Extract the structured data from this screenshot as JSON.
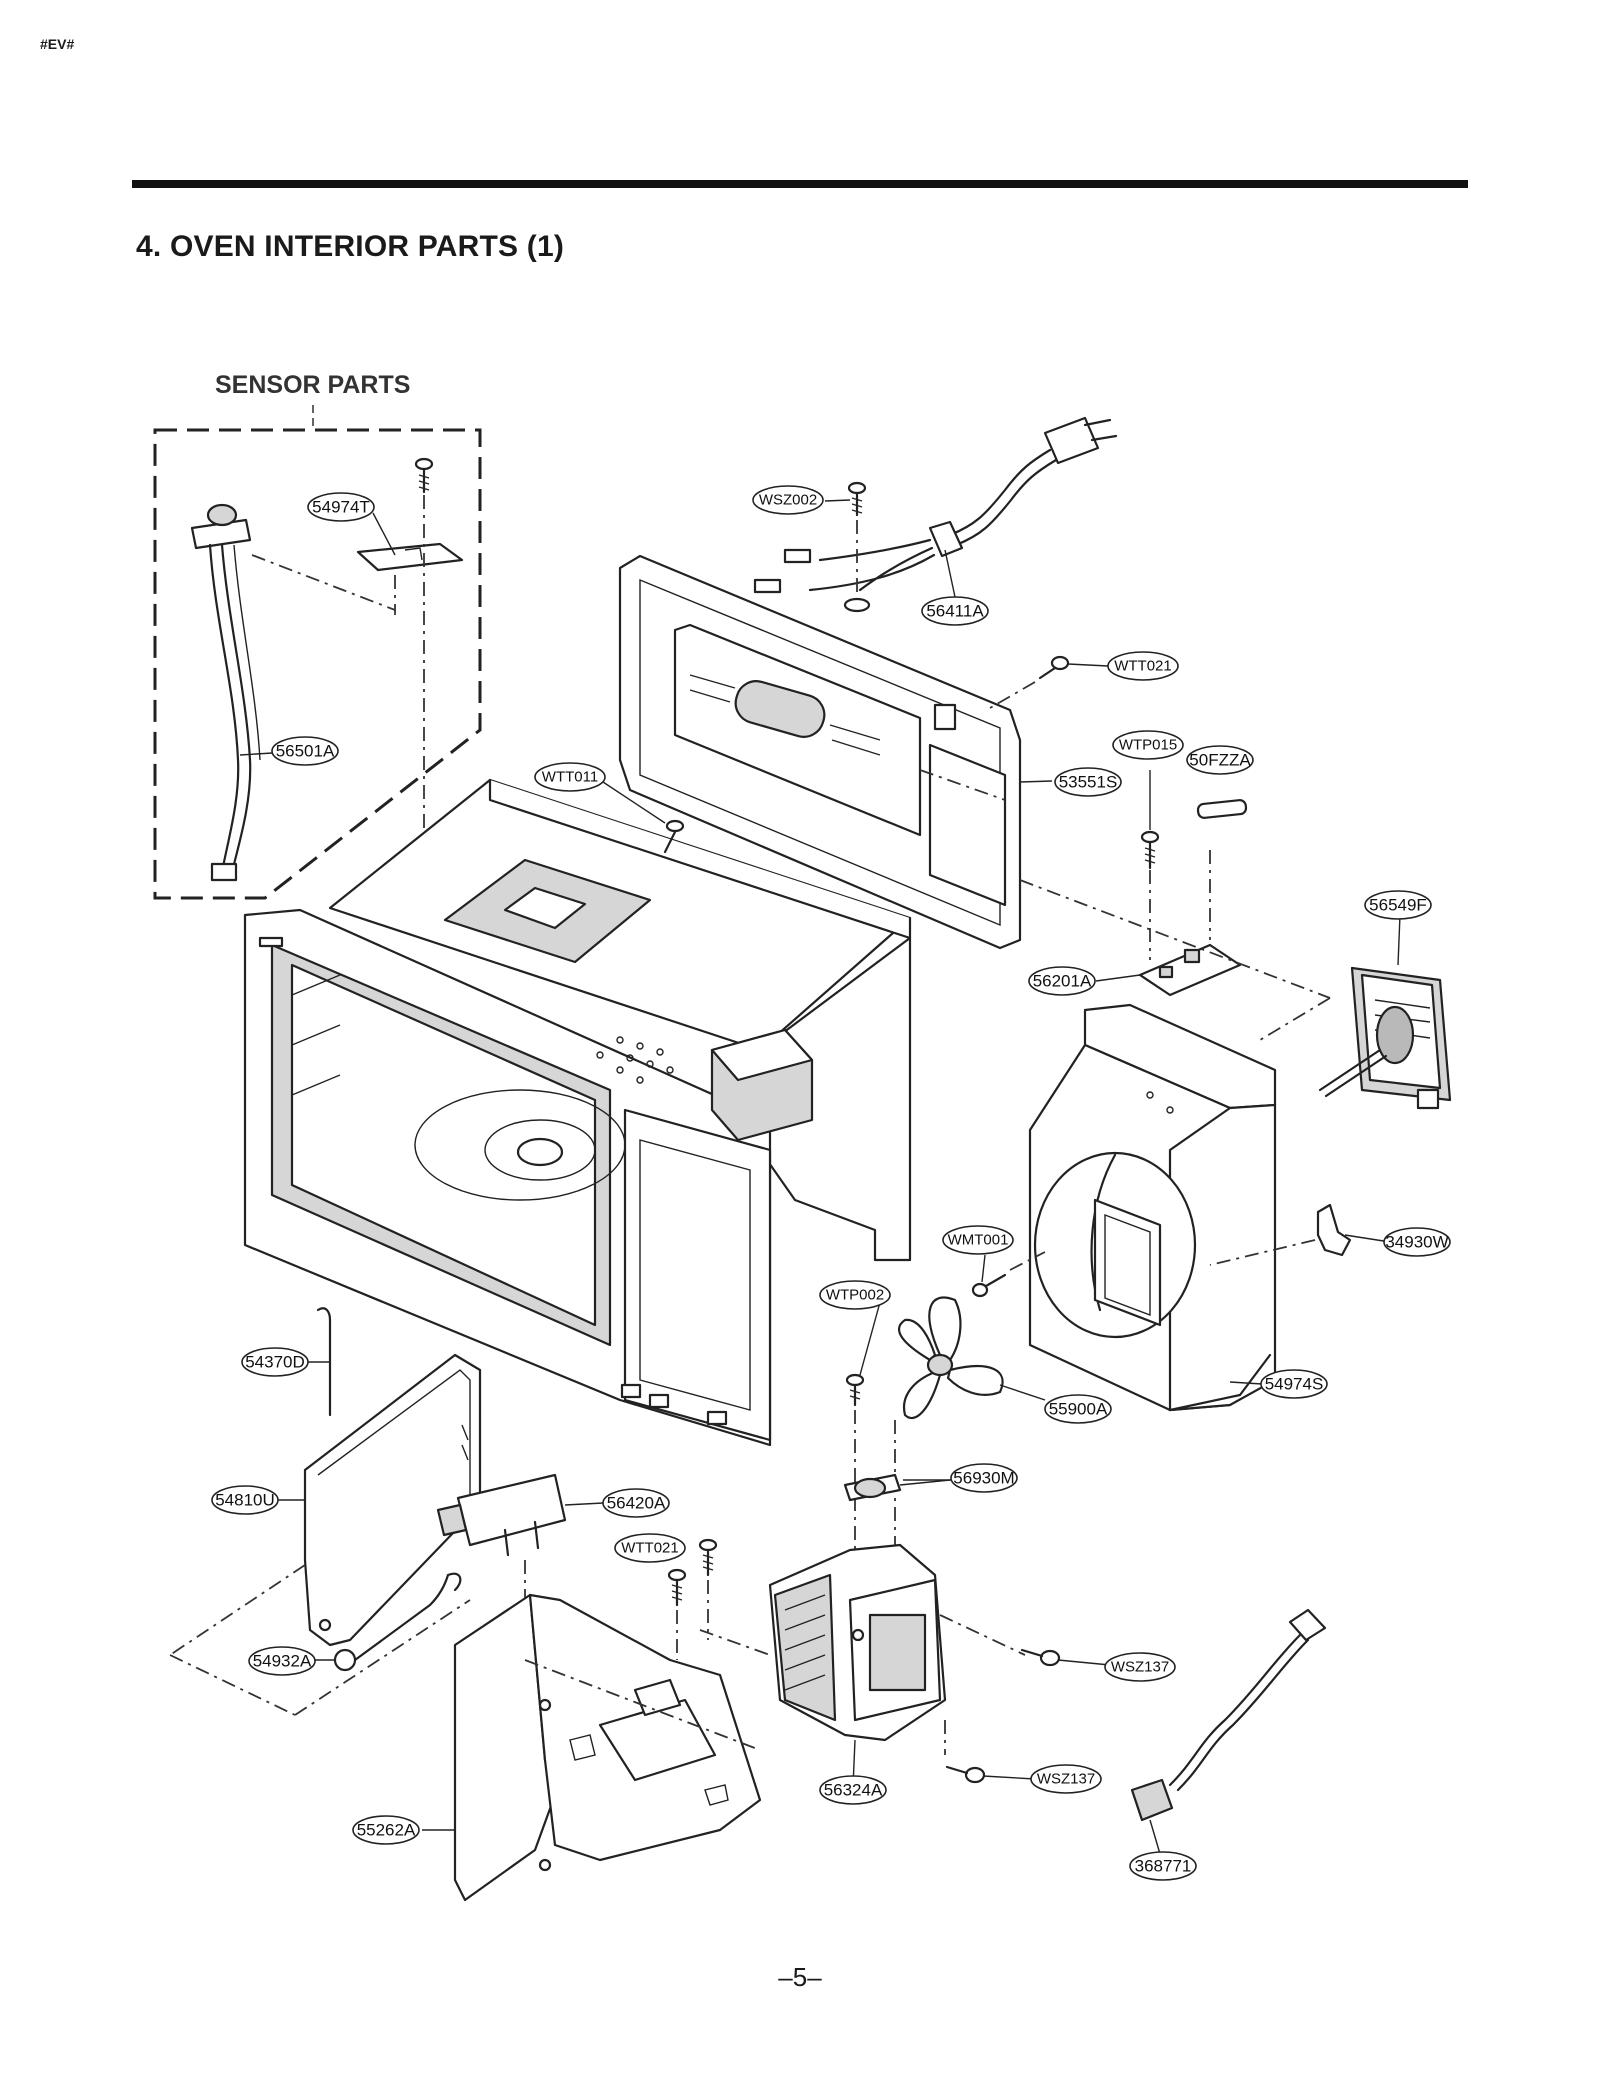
{
  "header": {
    "corner_mark": "#EV#",
    "title": "4. OVEN INTERIOR PARTS (1)"
  },
  "diagram": {
    "sensor_group_title": "SENSOR PARTS",
    "labels": [
      {
        "id": "p54974T",
        "text": "54974T"
      },
      {
        "id": "p56501A",
        "text": "56501A"
      },
      {
        "id": "pWSZ002",
        "text": "WSZ002"
      },
      {
        "id": "p56411A",
        "text": "56411A"
      },
      {
        "id": "pWTT021a",
        "text": "WTT021"
      },
      {
        "id": "pWTP015",
        "text": "WTP015"
      },
      {
        "id": "p50FZZA",
        "text": "50FZZA"
      },
      {
        "id": "p53551S",
        "text": "53551S"
      },
      {
        "id": "pWTT011",
        "text": "WTT011"
      },
      {
        "id": "p56549F",
        "text": "56549F"
      },
      {
        "id": "p56201A",
        "text": "56201A"
      },
      {
        "id": "pWMT001",
        "text": "WMT001"
      },
      {
        "id": "p34930W",
        "text": "34930W"
      },
      {
        "id": "pWTP002",
        "text": "WTP002"
      },
      {
        "id": "p54370D",
        "text": "54370D"
      },
      {
        "id": "p55900A",
        "text": "55900A"
      },
      {
        "id": "p54974S",
        "text": "54974S"
      },
      {
        "id": "p56930M",
        "text": "56930M"
      },
      {
        "id": "p54810U",
        "text": "54810U"
      },
      {
        "id": "p56420A",
        "text": "56420A"
      },
      {
        "id": "pWTT021b",
        "text": "WTT021"
      },
      {
        "id": "pWSZ137a",
        "text": "WSZ137"
      },
      {
        "id": "p54932A",
        "text": "54932A"
      },
      {
        "id": "pWSZ137b",
        "text": "WSZ137"
      },
      {
        "id": "p55262A",
        "text": "55262A"
      },
      {
        "id": "p56324A",
        "text": "56324A"
      },
      {
        "id": "p368771",
        "text": "368771"
      }
    ]
  },
  "footer": {
    "page_number": "–5–"
  }
}
